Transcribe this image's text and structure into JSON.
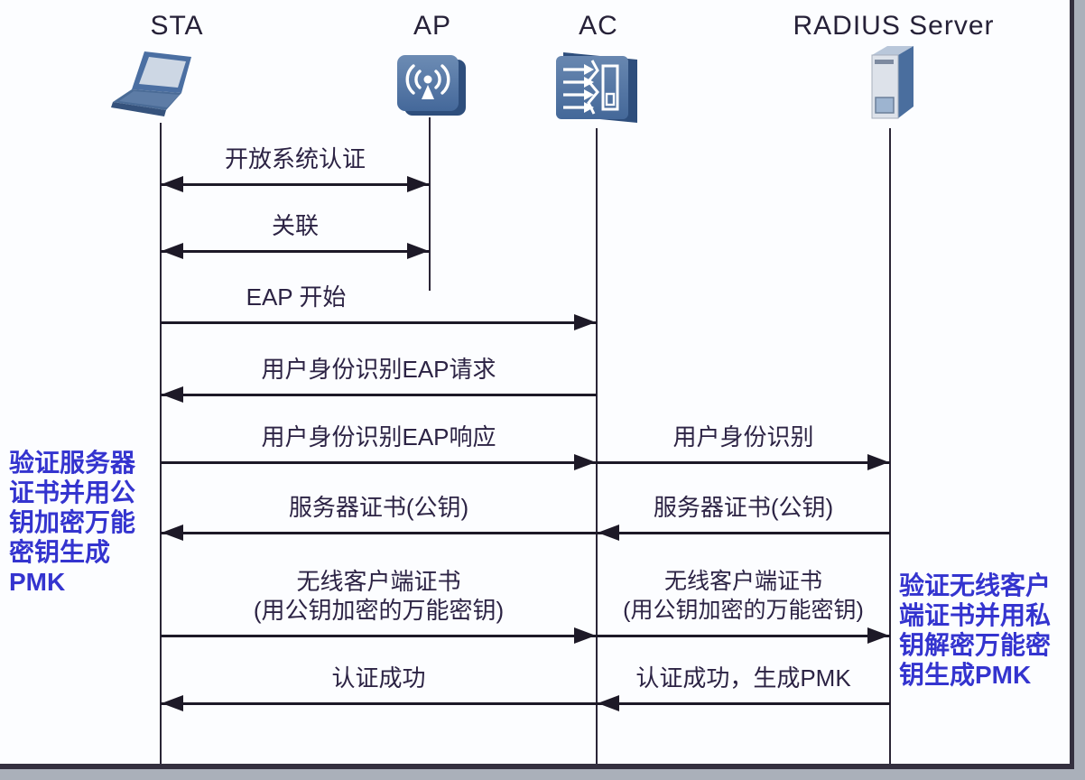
{
  "diagram": {
    "actors": [
      {
        "id": "sta",
        "label": "STA",
        "icon": "laptop-icon"
      },
      {
        "id": "ap",
        "label": "AP",
        "icon": "access-point-icon"
      },
      {
        "id": "ac",
        "label": "AC",
        "icon": "access-controller-icon"
      },
      {
        "id": "radius",
        "label": "RADIUS Server",
        "icon": "server-icon"
      }
    ],
    "messages": {
      "m1": {
        "from": "STA",
        "to": "AP",
        "direction": "both",
        "label": "开放系统认证"
      },
      "m2": {
        "from": "STA",
        "to": "AP",
        "direction": "both",
        "label": "关联"
      },
      "m3": {
        "from": "STA",
        "to": "AC",
        "direction": "right",
        "label": "EAP 开始"
      },
      "m4": {
        "from": "AC",
        "to": "STA",
        "direction": "left",
        "label": "用户身份识别EAP请求"
      },
      "m5": {
        "from": "STA",
        "to": "AC",
        "direction": "right",
        "label": "用户身份识别EAP响应"
      },
      "m5r": {
        "from": "AC",
        "to": "RADIUS Server",
        "direction": "right",
        "label": "用户身份识别"
      },
      "m6": {
        "from": "AC",
        "to": "STA",
        "direction": "left",
        "label": "服务器证书(公钥)"
      },
      "m6r": {
        "from": "RADIUS Server",
        "to": "AC",
        "direction": "left",
        "label": "服务器证书(公钥)"
      },
      "m7": {
        "from": "STA",
        "to": "AC",
        "direction": "right",
        "label": "无线客户端证书\n(用公钥加密的万能密钥)"
      },
      "m7r": {
        "from": "AC",
        "to": "RADIUS Server",
        "direction": "right",
        "label": "无线客户端证书\n(用公钥加密的万能密钥)"
      },
      "m8": {
        "from": "AC",
        "to": "STA",
        "direction": "left",
        "label": "认证成功"
      },
      "m8r": {
        "from": "RADIUS Server",
        "to": "AC",
        "direction": "left",
        "label": "认证成功，生成PMK"
      }
    },
    "annotations": {
      "left": {
        "text": "验证服务器\n证书并用公\n钥加密万能\n密钥生成\nPMK",
        "color": "#3434cf"
      },
      "right": {
        "text": "验证无线客户\n端证书并用私\n钥解密万能密\n钥生成PMK",
        "color": "#3434cf"
      }
    },
    "colors": {
      "message_text": "#2c2344",
      "arrow": "#1d1927",
      "annotation_blue": "#3434cf",
      "device_blue": "#4e72a3",
      "background": "#fcfdff"
    }
  }
}
